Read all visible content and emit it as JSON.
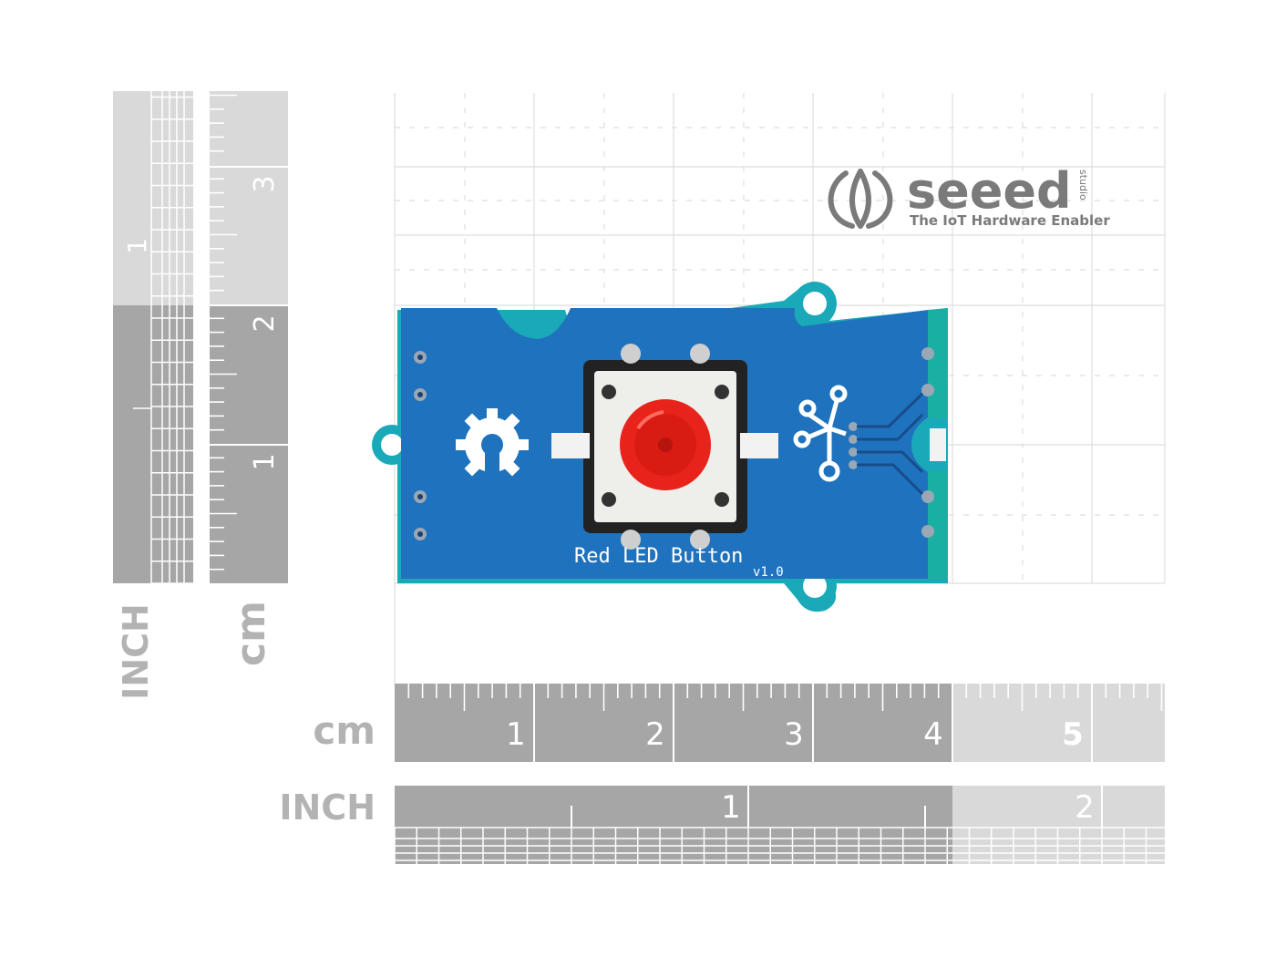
{
  "logo": {
    "brand": "seeed",
    "sub": "studio",
    "tagline": "The IoT Hardware Enabler"
  },
  "board": {
    "title": "Red LED Button",
    "version": "v1.0"
  },
  "left_ruler": {
    "inch_label": "INCH",
    "cm_label": "cm",
    "inch_numbers": [
      "1"
    ],
    "cm_numbers": [
      "3",
      "2",
      "1"
    ]
  },
  "bottom_ruler": {
    "cm_label": "cm",
    "inch_label": "INCH",
    "cm_numbers": [
      "1",
      "2",
      "3",
      "4",
      "5"
    ],
    "inch_numbers": [
      "1",
      "2"
    ]
  },
  "colors": {
    "pcb": "#1f72bd",
    "pcb_edge": "#1aa9b8",
    "led": "#e8231b",
    "ruler_dark": "#a6a6a6",
    "ruler_light": "#d9d9d9",
    "grid": "#dcdcdc"
  }
}
